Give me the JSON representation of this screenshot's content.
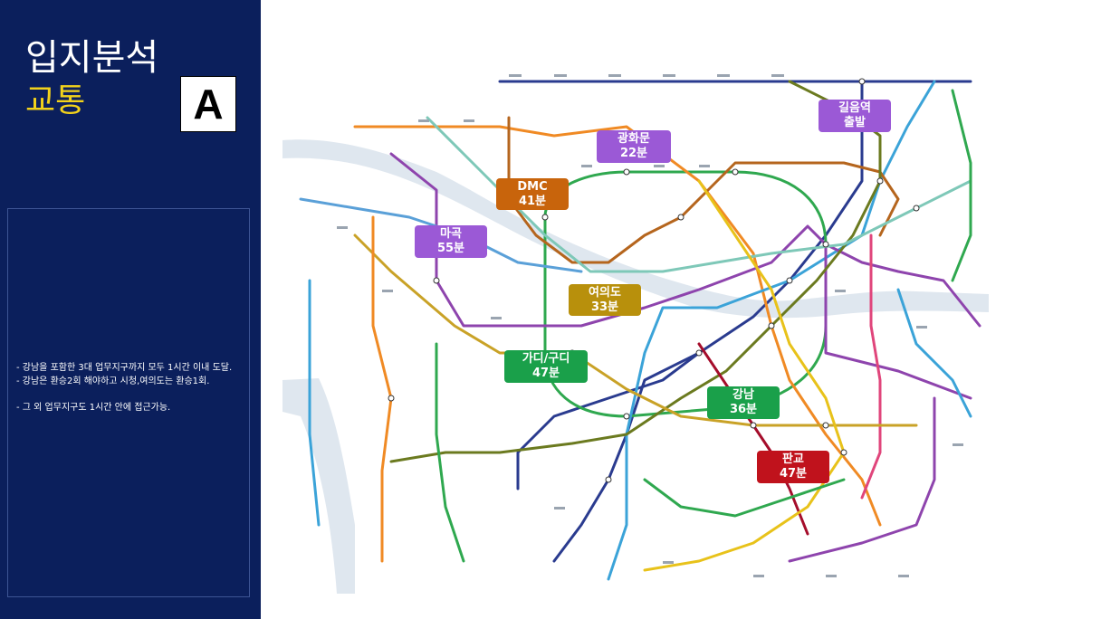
{
  "slide": {
    "title": "입지분석",
    "subtitle": "교통",
    "label": "A"
  },
  "notes": [
    "-   강남을 포함한 3대 업무지구까지 모두 1시간 이내 도달.",
    "-   강남은 환승2회 해야하고 시청,여의도는 환승1회.",
    "-   그 외 업무지구도 1시간 안에 접근가능."
  ],
  "destinations": [
    {
      "name": "길음역",
      "time": "출발",
      "color": "#9b59d6"
    },
    {
      "name": "광화문",
      "time": "22분",
      "color": "#9b59d6"
    },
    {
      "name": "DMC",
      "time": "41분",
      "color": "#c8640c"
    },
    {
      "name": "마곡",
      "time": "55분",
      "color": "#9b59d6"
    },
    {
      "name": "여의도",
      "time": "33분",
      "color": "#b8900c"
    },
    {
      "name": "가디/구디",
      "time": "47분",
      "color": "#1aa04a"
    },
    {
      "name": "강남",
      "time": "36분",
      "color": "#1aa04a"
    },
    {
      "name": "판교",
      "time": "47분",
      "color": "#c0121c"
    }
  ],
  "colors": {
    "sidebar": "#0b1f5c",
    "subtitle": "#f2d21b",
    "line1": "#2a3b8f",
    "line2": "#2fa84f",
    "line3": "#f08a24",
    "line4": "#3ba3d8",
    "line5": "#8e44ad",
    "line6": "#b5651d",
    "line7": "#6b7a1f",
    "line8": "#e0457b",
    "line9": "#c9a227",
    "sinbundang": "#a50d2b",
    "gyeongui": "#7ec8b8",
    "airport": "#5aa0d8",
    "river": "#dfe7ef"
  }
}
